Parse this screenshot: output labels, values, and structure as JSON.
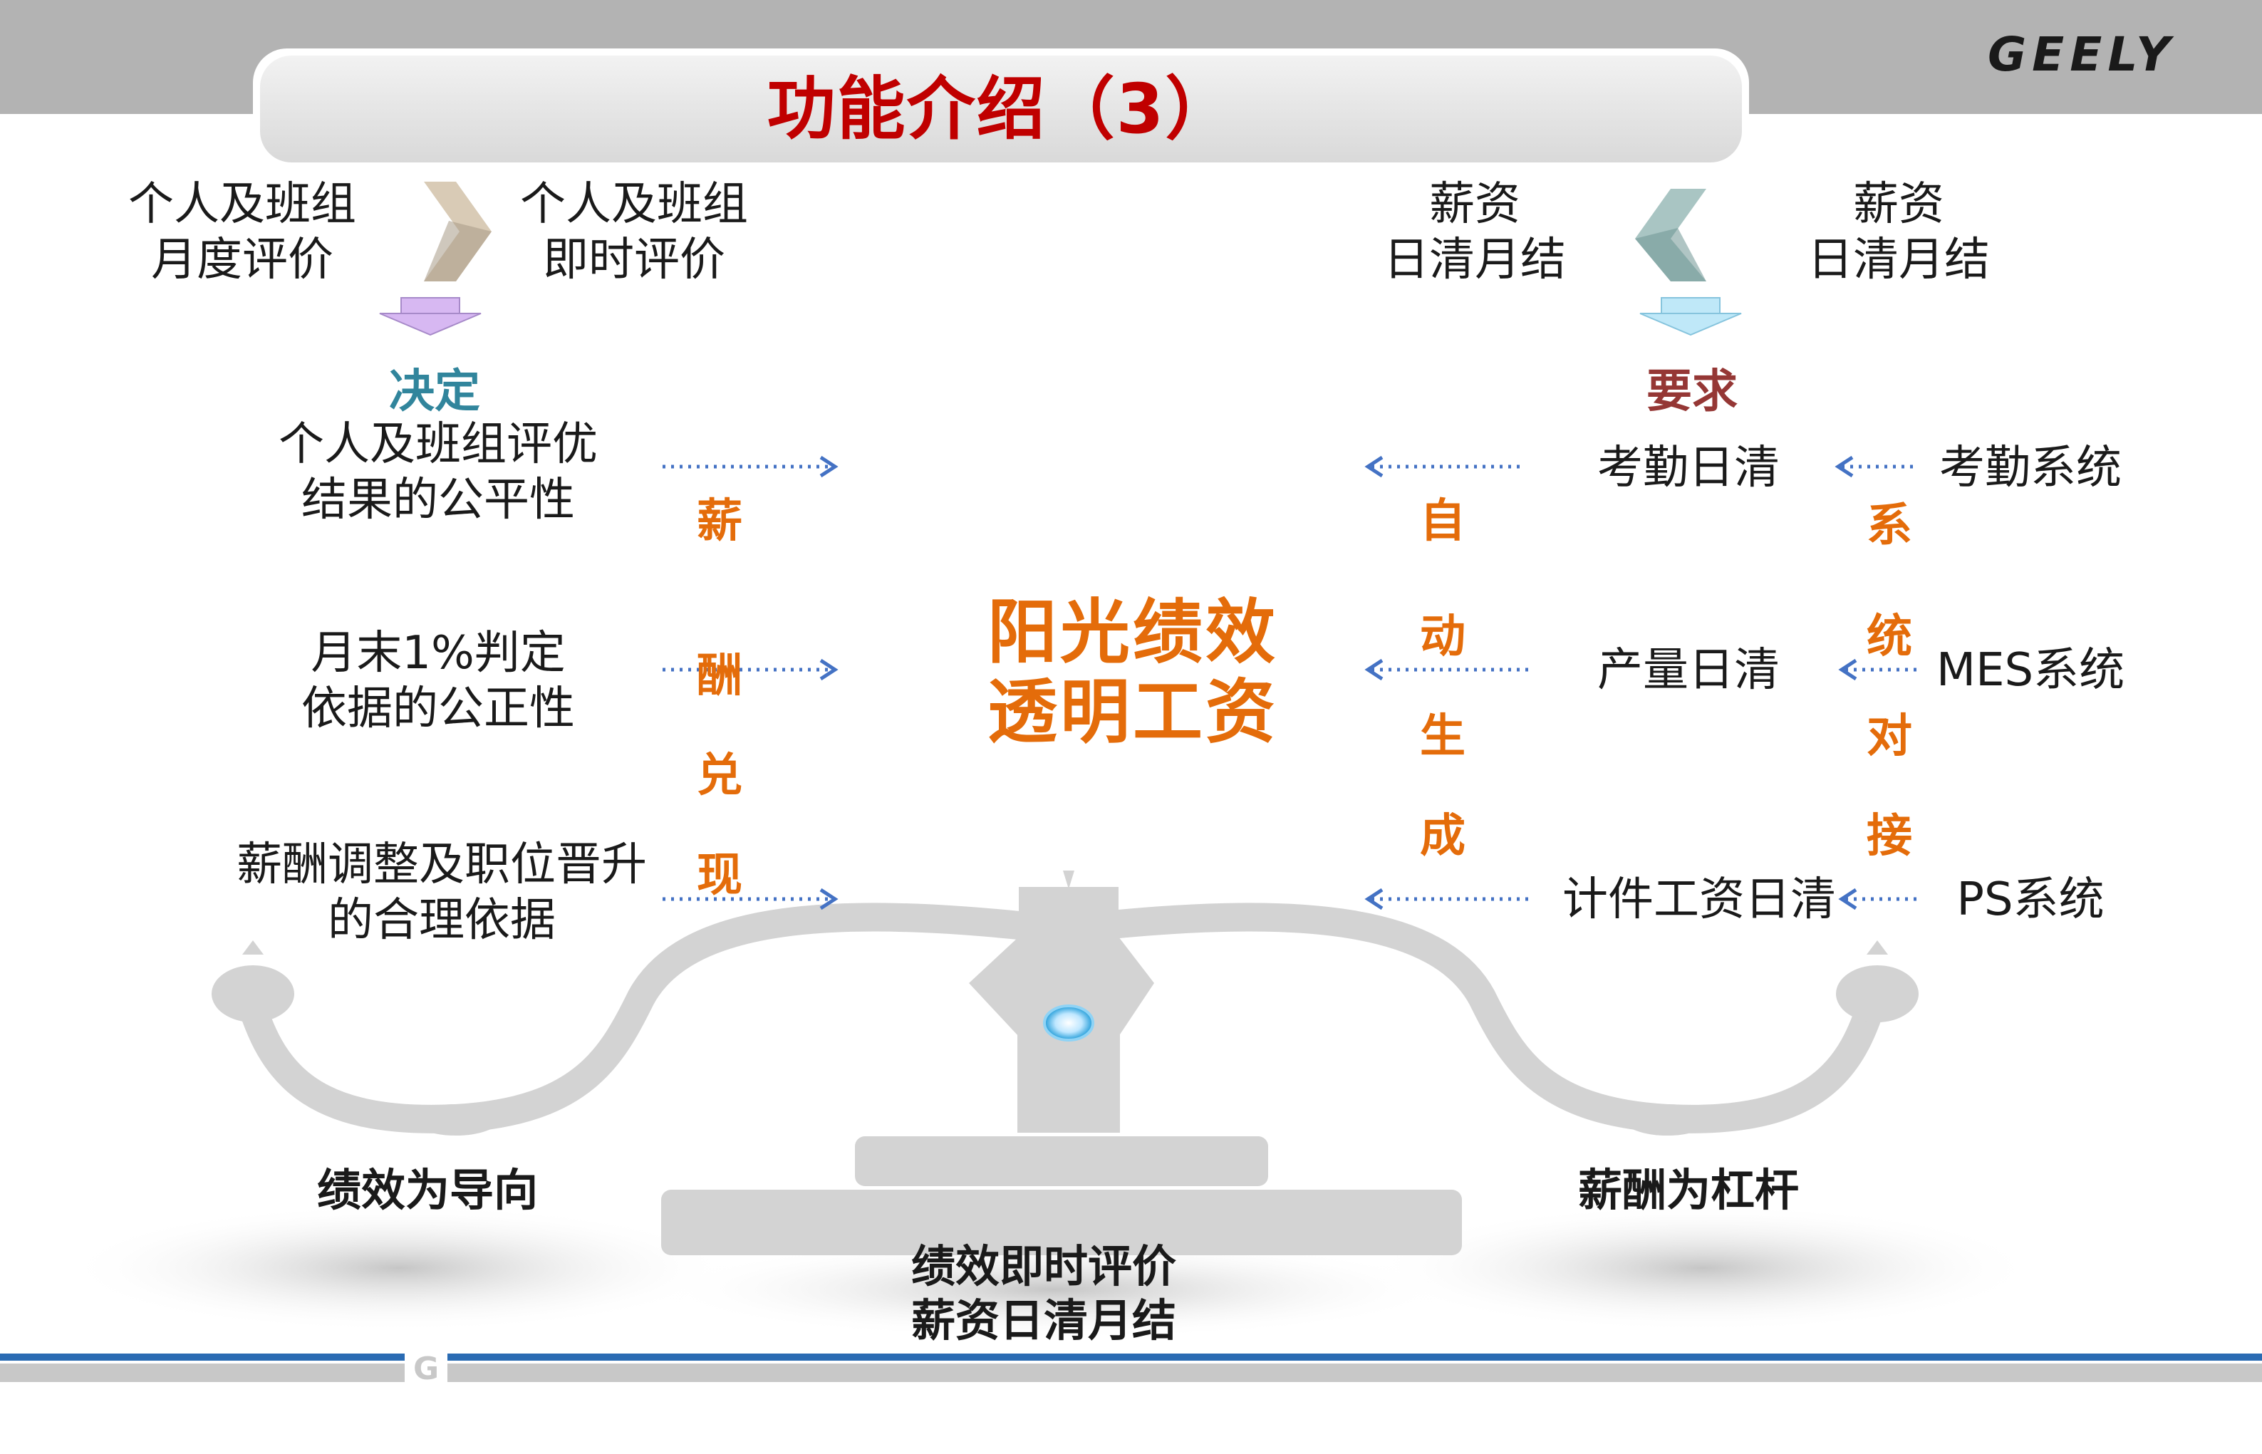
{
  "title": "功能介绍（3）",
  "logo_text": "GEELY",
  "top_left": {
    "item1": [
      "个人及班组",
      "月度评价"
    ],
    "item2": [
      "个人及班组",
      "即时评价"
    ],
    "label": "决定"
  },
  "top_right": {
    "item1": [
      "薪资",
      "日清月结"
    ],
    "item2": [
      "薪资",
      "日清月结"
    ],
    "label": "要求"
  },
  "left_items": [
    [
      "个人及班组评优",
      "结果的公平性"
    ],
    [
      "月末1%判定",
      "依据的公正性"
    ],
    [
      "薪酬调整及职位晋升",
      "的合理依据"
    ]
  ],
  "left_vertical": [
    "薪",
    "酬",
    "兑",
    "现"
  ],
  "center_text": [
    "阳光绩效",
    "透明工资"
  ],
  "middle_right_items": [
    "考勤日清",
    "产量日清",
    "计件工资日清"
  ],
  "auto_vertical": [
    "自",
    "动",
    "生",
    "成"
  ],
  "system_vertical": [
    "系",
    "统",
    "对",
    "接"
  ],
  "systems": [
    "考勤系统",
    "MES系统",
    "PS系统"
  ],
  "bottom_left": "绩效为导向",
  "bottom_right": "薪酬为杠杆",
  "bottom_center": [
    "绩效即时评价",
    "薪资日清月结"
  ],
  "footer_mark": "G",
  "colors": {
    "title": "#c00000",
    "accent_orange": "#e46c0a",
    "label_blue": "#31859c",
    "label_red": "#953735",
    "arrow_blue": "#4472c4",
    "scale_grey": "#d0d0d0"
  }
}
